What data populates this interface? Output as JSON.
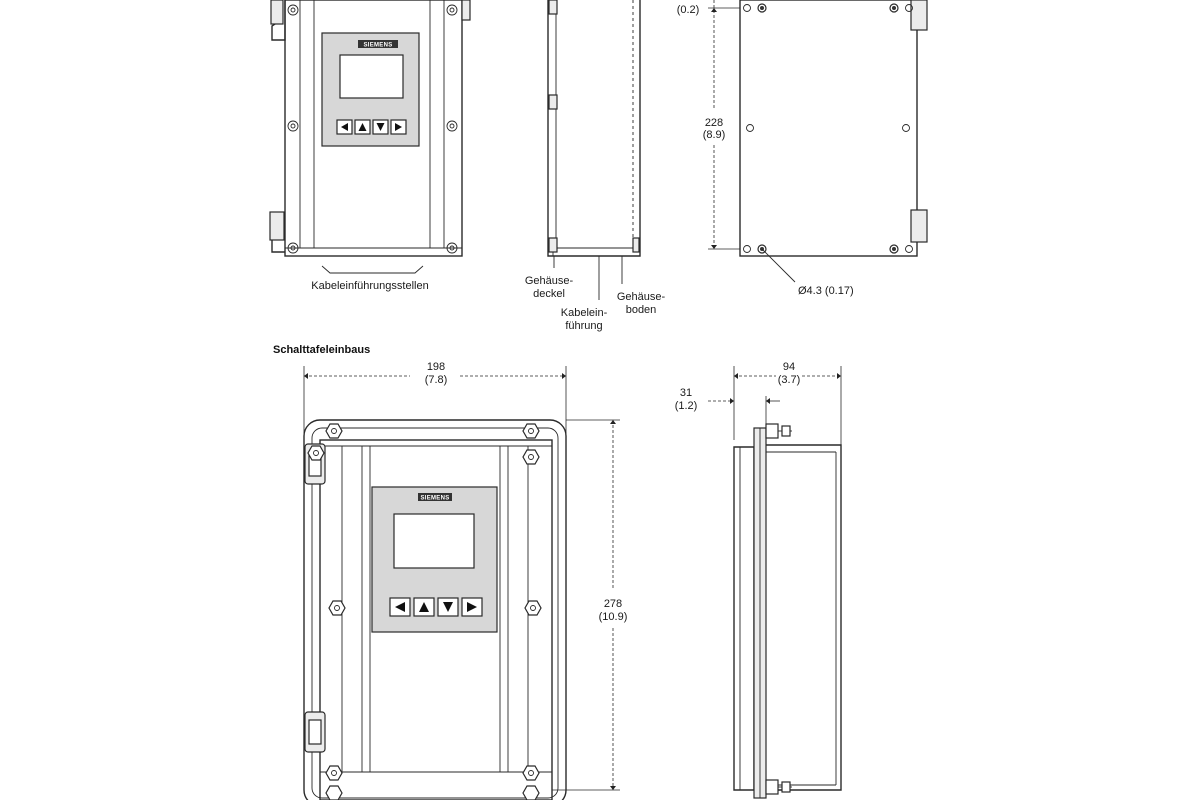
{
  "labels": {
    "cable_entries": "Kabeleinführungsstellen",
    "housing_cover_1": "Gehäuse-",
    "housing_cover_2": "deckel",
    "cable_entry_1": "Kabelein-",
    "cable_entry_2": "führung",
    "housing_base_1": "Gehäuse-",
    "housing_base_2": "boden",
    "hole_diameter": "Ø4.3 (0.17)",
    "section_title": "Schalttafeleinbaus"
  },
  "dimensions": {
    "top_offset": "(0.2)",
    "rear_height_mm": "228",
    "rear_height_in": "(8.9)",
    "panel_width_mm": "198",
    "panel_width_in": "(7.8)",
    "panel_height_mm": "278",
    "panel_height_in": "(10.9)",
    "side_depth_mm": "94",
    "side_depth_in": "(3.7)",
    "flange_mm": "31",
    "flange_in": "(1.2)"
  },
  "logo": "SIEMENS",
  "keys": [
    "◀",
    "▲",
    "▼",
    "▶"
  ],
  "icons": [
    "arrow-left-key-icon",
    "arrow-up-key-icon",
    "arrow-down-key-icon",
    "arrow-right-key-icon",
    "screw-icon",
    "hinge-icon"
  ]
}
